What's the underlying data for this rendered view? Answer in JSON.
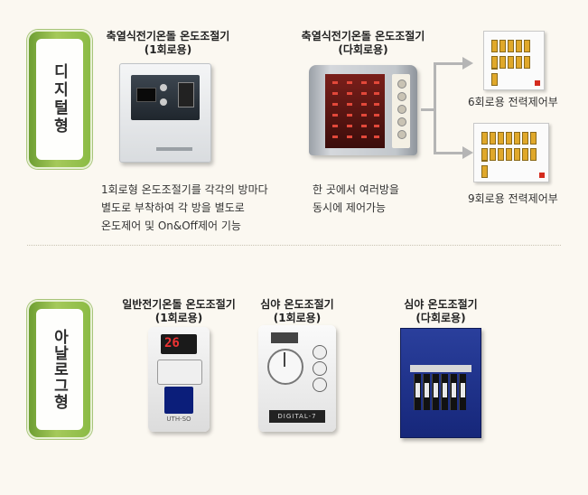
{
  "digital": {
    "tab_label": "디지털형",
    "single": {
      "title_line1": "축열식전기온돌 온도조절기",
      "title_line2": "(1회로용)",
      "desc": [
        "1회로형 온도조절기를 각각의 방마다",
        "별도로 부착하여 각 방을 별도로",
        "온도제어 및 On&Off제어 기능"
      ]
    },
    "multi": {
      "title_line1": "축열식전기온돌 온도조절기",
      "title_line2": "(다회로용)",
      "desc": [
        "한 곳에서 여러방을",
        "동시에 제어가능"
      ]
    },
    "panel6_label": "6회로용 전력제어부",
    "panel9_label": "9회로용 전력제어부"
  },
  "analog": {
    "tab_label": "아날로그형",
    "general": {
      "title_line1": "일반전기온돌 온도조절기",
      "title_line2": "(1회로용)",
      "display_value": "26",
      "device_label": "UTH-SO"
    },
    "night_single": {
      "title_line1": "심야 온도조절기",
      "title_line2": "(1회로용)",
      "plate_label": "DIGITAL-7"
    },
    "night_multi": {
      "title_line1": "심야 온도조절기",
      "title_line2": "(다회로용)"
    }
  }
}
